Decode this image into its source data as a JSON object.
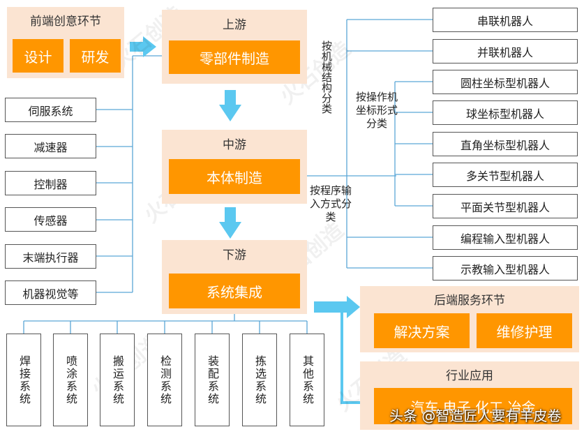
{
  "frontend": {
    "title": "前端创意环节",
    "items": [
      "设计",
      "研发"
    ]
  },
  "upstream": {
    "title": "上游",
    "box": "零部件制造"
  },
  "midstream": {
    "title": "中游",
    "box": "本体制造"
  },
  "downstream": {
    "title": "下游",
    "box": "系统集成"
  },
  "components": [
    "伺服系统",
    "减速器",
    "控制器",
    "传感器",
    "末端执行器",
    "机器视觉等"
  ],
  "labels": {
    "by_structure": "按机械结构分类",
    "by_coordinate": "按操作机坐标形式分类",
    "by_program": "按程序输入方式分类"
  },
  "robot_types": [
    "串联机器人",
    "并联机器人",
    "圆柱坐标型机器人",
    "球坐标型机器人",
    "直角坐标型机器人",
    "多关节型机器人",
    "平面关节型机器人",
    "编程输入型机器人",
    "示教输入型机器人"
  ],
  "systems": [
    "焊接系统",
    "喷涂系统",
    "搬运系统",
    "检测系统",
    "装配系统",
    "拣选系统",
    "其他系统"
  ],
  "backend": {
    "title": "后端服务环节",
    "items": [
      "解决方案",
      "维修护理"
    ]
  },
  "industry": {
    "title": "行业应用",
    "items": "汽车 电子 化工 冶金"
  },
  "watermark": "火石创造",
  "credit": "头条 @智造匠人要有羊皮卷",
  "colors": {
    "orange": "#ff9600",
    "panel": "#fbe4d2",
    "arrow": "#5bc8f0",
    "line": "#5aa6d6"
  }
}
